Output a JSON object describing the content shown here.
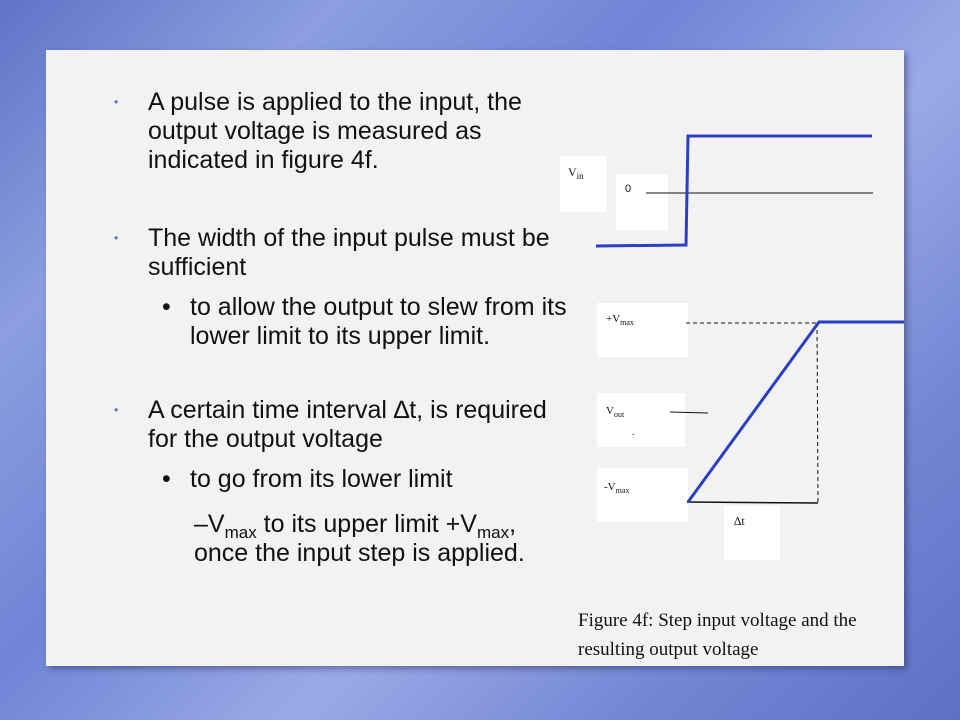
{
  "bullets": {
    "b1": "A pulse is applied to the input, the output voltage is measured as indicated in figure 4f.",
    "b2": "The width of the input pulse must be sufficient",
    "b2a": "to allow the output to slew from its lower limit to its upper limit.",
    "b3": "A certain time interval ∆t, is required for the output voltage",
    "b3a": "to go from its lower limit",
    "b3b": {
      "p1": "–V",
      "s1": "max",
      "p2": " to its upper limit +V",
      "s2": "max",
      "p3": ", once the input step is applied."
    }
  },
  "figure": {
    "vin_main": "V",
    "vin_sub": "in",
    "zero": "0",
    "vmax_pos_main": "+V",
    "vmax_pos_sub": "max",
    "vout_main": "V",
    "vout_sub": "out",
    "vout_dot": ".",
    "vmax_neg_main": "-V",
    "vmax_neg_sub": "max",
    "delta_t": "∆t",
    "caption": "Figure 4f: Step input voltage and the resulting output voltage"
  },
  "colors": {
    "accent_blue": "#2a3fc4",
    "bullet_blue": "#5a6fc9"
  }
}
